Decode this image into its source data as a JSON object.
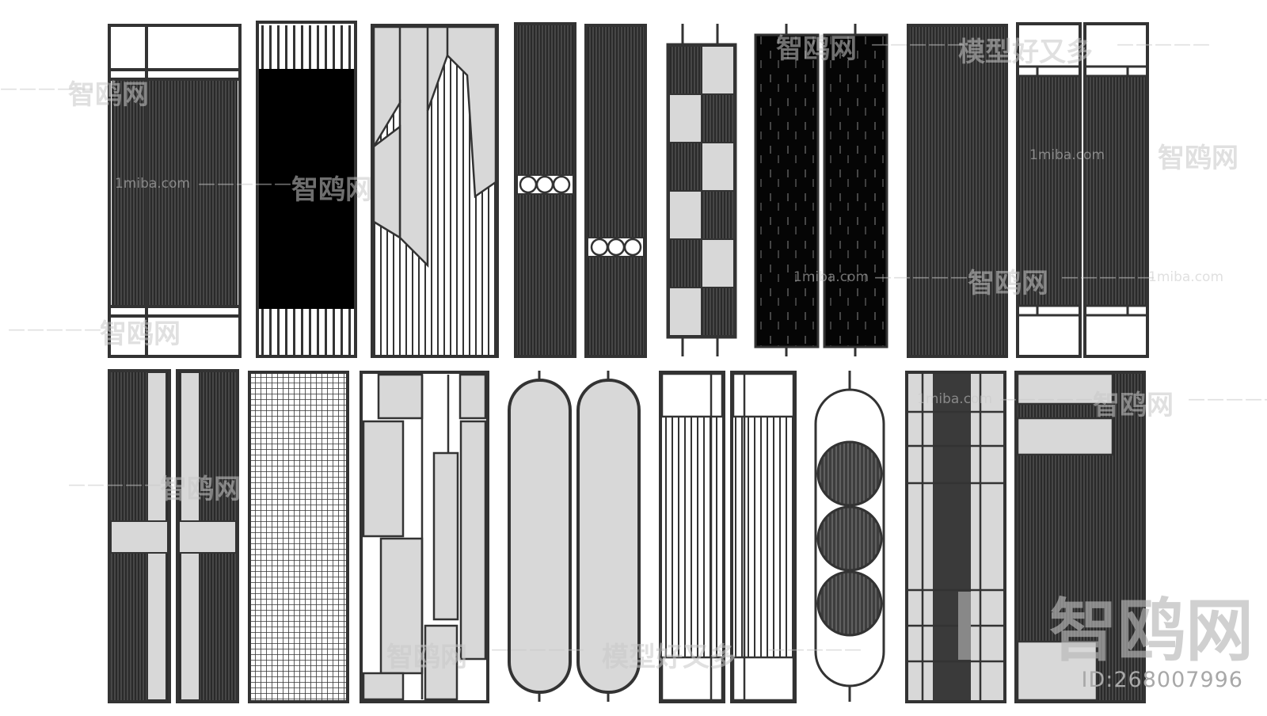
{
  "watermark": {
    "brand_cn": "智鸥网",
    "slogan_cn": "模型好又多",
    "url": "1miba.com",
    "dashes": "—————",
    "id_text": "ID:268007996"
  },
  "colors": {
    "frame": "#333333",
    "dark_fill": "#000000",
    "mid_fill": "#3a3a3a",
    "panel_gray": "#d8d8d8",
    "slat_bg": "#1a1a1a",
    "background": "#ffffff"
  },
  "panels": [
    {
      "name": "panel-01-lattice-frame",
      "style": "tall frame with top and bottom grid, slatted middle"
    },
    {
      "name": "panel-02-black-center",
      "style": "vertical bars top and bottom, solid black center"
    },
    {
      "name": "panel-03-leaf-gray",
      "style": "gray leaf shapes over vertical lines"
    },
    {
      "name": "panel-04-circles-high",
      "style": "dark slats with three circles"
    },
    {
      "name": "panel-05-circles-low",
      "style": "dark slats with three circles lower"
    },
    {
      "name": "panel-06-checker-hanging",
      "style": "hanging checker of gray and slat squares"
    },
    {
      "name": "panel-07-black-speckle-left",
      "style": "hanging black speckled panel"
    },
    {
      "name": "panel-08-black-speckle-right",
      "style": "hanging black speckled panel"
    },
    {
      "name": "panel-09-dark-slats",
      "style": "dense dark vertical slats"
    },
    {
      "name": "panel-10-grid-slat-left",
      "style": "frame with top/bottom lattice"
    },
    {
      "name": "panel-11-grid-slat-right",
      "style": "frame with top/bottom lattice"
    },
    {
      "name": "panel-12-cross-left",
      "style": "dark slats with gray cross"
    },
    {
      "name": "panel-13-cross-right",
      "style": "dark slats with gray cross"
    },
    {
      "name": "panel-14-mesh",
      "style": "dense square mesh"
    },
    {
      "name": "panel-15-mondrian-gray",
      "style": "gray rectangles composition"
    },
    {
      "name": "panel-16-capsule-left",
      "style": "rounded gray capsule hanging"
    },
    {
      "name": "panel-17-capsule-right",
      "style": "rounded gray capsule hanging"
    },
    {
      "name": "panel-18-bars-left",
      "style": "top box, vertical bars"
    },
    {
      "name": "panel-19-bars-right",
      "style": "top box, vertical bars"
    },
    {
      "name": "panel-20-three-discs",
      "style": "capsule with three slatted discs"
    },
    {
      "name": "panel-21-dark-stripe-grid",
      "style": "gray grid with dark center stripe"
    },
    {
      "name": "panel-22-gray-blocks-slats",
      "style": "gray blocks with slatted field"
    }
  ]
}
